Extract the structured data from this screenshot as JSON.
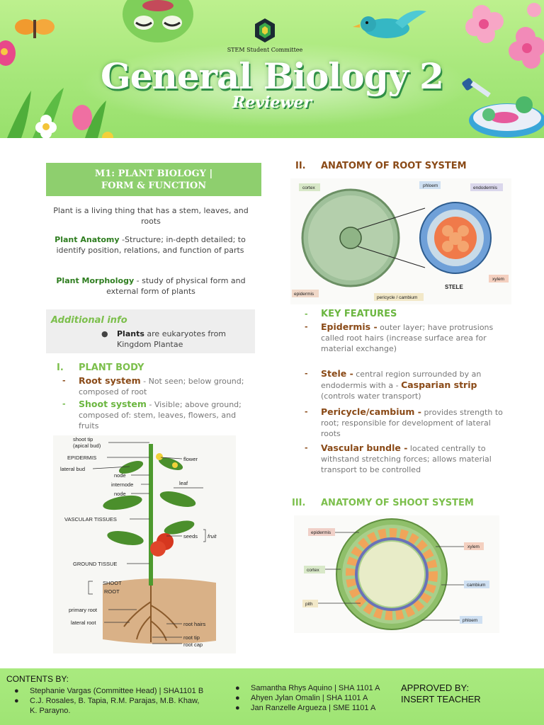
{
  "banner": {
    "committee": "STEM Student Committee",
    "title": "General Biology 2",
    "subtitle": "Reviewer"
  },
  "module": {
    "line1": "M1: PLANT BIOLOGY |",
    "line2": "FORM & FUNCTION"
  },
  "intro": {
    "plant_def": "Plant is a living thing that has a stem, leaves, and roots",
    "anatomy_term": "Plant Anatomy",
    "anatomy_def": " -Structure;  in-depth detailed; to identify position, relations, and function of parts",
    "morphology_term": "Plant Morphology",
    "morphology_def": "  - study of physical form and external form of plants"
  },
  "additional_info": {
    "heading": "Additional info",
    "bullet_term": "Plants",
    "bullet_text": " are eukaryotes from Kingdom Plantae"
  },
  "plant_body": {
    "num": "I.",
    "heading": "PLANT BODY",
    "items": [
      {
        "term": "Root system",
        "text": " - Not seen; below ground; composed of root"
      },
      {
        "term": "Shoot system",
        "text": " - Visible; above ground; composed of: stem, leaves, flowers, and fruits"
      }
    ]
  },
  "plant_figure": {
    "labels": {
      "shoot_tip": "shoot tip",
      "apical_bud": "(apical bud)",
      "epidermis": "EPIDERMIS",
      "lateral_bud": "lateral bud",
      "node1": "node",
      "internode": "internode",
      "node2": "node",
      "flower": "flower",
      "leaf": "leaf",
      "vascular": "VASCULAR TISSUES",
      "seeds": "seeds",
      "fruit": "fruit",
      "ground": "GROUND TISSUE",
      "shoot": "SHOOT",
      "root": "ROOT",
      "primary_root": "primary root",
      "lateral_root": "lateral root",
      "root_hairs": "root hairs",
      "root_tip": "root tip",
      "root_cap": "root cap"
    }
  },
  "root_anatomy": {
    "num": "II.",
    "heading": "ANATOMY OF ROOT SYSTEM",
    "labels": {
      "cortex": "cortex",
      "phloem": "phloem",
      "endodermis": "endodermis",
      "epidermis": "epidermis",
      "pericycle": "pericycle / cambium",
      "stele": "STELE",
      "xylem": "xylem"
    }
  },
  "key_features": {
    "heading": "KEY FEATURES",
    "items": [
      {
        "term": "Epidermis -",
        "text": " outer layer; have protrusions called root hairs (increase surface area for material exchange)"
      },
      {
        "term": "Stele -",
        "text": " central region surrounded by an endodermis with a - ",
        "term2": "Casparian strip",
        "text2": " (controls water transport)"
      },
      {
        "term": "Pericycle/cambium -",
        "text": " provides strength to root; responsible for development of lateral roots"
      },
      {
        "term": "Vascular bundle -",
        "text": " located centrally to withstand stretching forces; allows material transport to be controlled"
      }
    ]
  },
  "shoot_anatomy": {
    "num": "III.",
    "heading": "ANATOMY OF SHOOT SYSTEM",
    "labels": {
      "epidermis": "epidermis",
      "xylem": "xylem",
      "cortex": "cortex",
      "cambium": "cambium",
      "pith": "pith",
      "phloem": "phloem"
    }
  },
  "footer": {
    "contents_by": "CONTENTS BY:",
    "col1": [
      "Stephanie Vargas (Committee Head) | SHA1101 B",
      "C.J. Rosales, B. Tapia, R.M. Parajas, M.B. Khaw,",
      "K. Parayno."
    ],
    "col2": [
      "Samantha Rhys Aquino | SHA 1101 A",
      "Ahyen Jylan Omalin | SHA 1101 A",
      "Jan Ranzelle Argueza | SME 1101 A"
    ],
    "approved_by": "APPROVED BY:",
    "teacher": "INSERT TEACHER"
  },
  "colors": {
    "banner_green": "#a6e77a",
    "header_green": "#8ecf6e",
    "heading_green": "#7cbf4c",
    "term_brown": "#8a4a17",
    "term_dark_green": "#2e7d1f"
  },
  "icons": [
    "frog-icon",
    "butterfly-icon",
    "bird-icon",
    "flower-icon",
    "tulip-icon",
    "dropper-icon",
    "petri-dish-icon",
    "stem-logo-icon",
    "bullet-dot-icon"
  ]
}
